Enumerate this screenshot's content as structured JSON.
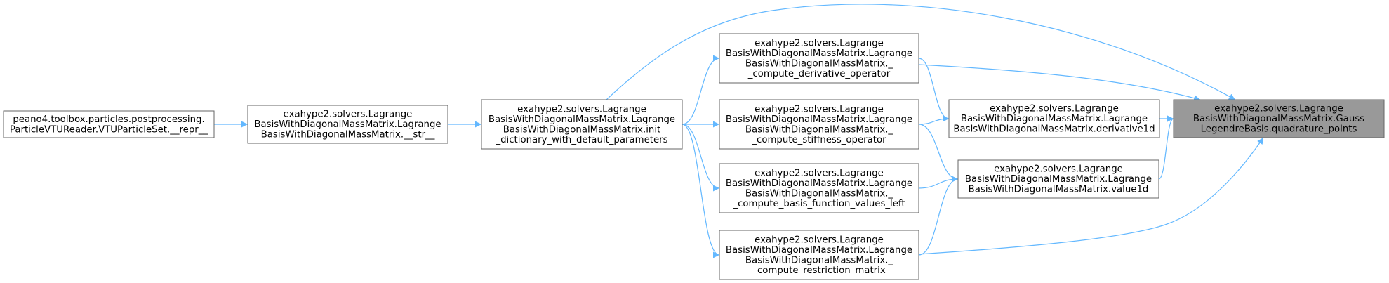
{
  "colors": {
    "edge": "#63b8ff",
    "node_border": "#666666",
    "focus_fill": "#999999",
    "node_fill": "#ffffff"
  },
  "nodes": [
    {
      "id": "quadrature_points",
      "focus": true,
      "lines": [
        "exahype2.solvers.Lagrange",
        "BasisWithDiagonalMassMatrix.Gauss",
        "LegendreBasis.quadrature_points"
      ]
    },
    {
      "id": "derivative1d",
      "lines": [
        "exahype2.solvers.Lagrange",
        "BasisWithDiagonalMassMatrix.Lagrange",
        "BasisWithDiagonalMassMatrix.derivative1d"
      ]
    },
    {
      "id": "value1d",
      "lines": [
        "exahype2.solvers.Lagrange",
        "BasisWithDiagonalMassMatrix.Lagrange",
        "BasisWithDiagonalMassMatrix.value1d"
      ]
    },
    {
      "id": "compute_derivative_operator",
      "lines": [
        "exahype2.solvers.Lagrange",
        "BasisWithDiagonalMassMatrix.Lagrange",
        "BasisWithDiagonalMassMatrix._",
        "_compute_derivative_operator"
      ]
    },
    {
      "id": "compute_stiffness_operator",
      "lines": [
        "exahype2.solvers.Lagrange",
        "BasisWithDiagonalMassMatrix.Lagrange",
        "BasisWithDiagonalMassMatrix._",
        "_compute_stiffness_operator"
      ]
    },
    {
      "id": "compute_basis_function_values_left",
      "lines": [
        "exahype2.solvers.Lagrange",
        "BasisWithDiagonalMassMatrix.Lagrange",
        "BasisWithDiagonalMassMatrix._",
        "_compute_basis_function_values_left"
      ]
    },
    {
      "id": "compute_restriction_matrix",
      "lines": [
        "exahype2.solvers.Lagrange",
        "BasisWithDiagonalMassMatrix.Lagrange",
        "BasisWithDiagonalMassMatrix._",
        "_compute_restriction_matrix"
      ]
    },
    {
      "id": "init_dictionary",
      "lines": [
        "exahype2.solvers.Lagrange",
        "BasisWithDiagonalMassMatrix.Lagrange",
        "BasisWithDiagonalMassMatrix.init",
        "_dictionary_with_default_parameters"
      ]
    },
    {
      "id": "str",
      "lines": [
        "exahype2.solvers.Lagrange",
        "BasisWithDiagonalMassMatrix.Lagrange",
        "BasisWithDiagonalMassMatrix.__str__"
      ]
    },
    {
      "id": "repr",
      "lines": [
        "peano4.toolbox.particles.postprocessing.",
        "ParticleVTUReader.VTUParticleSet.__repr__"
      ]
    }
  ],
  "edges": [
    {
      "from": "derivative1d",
      "to": "quadrature_points"
    },
    {
      "from": "value1d",
      "to": "quadrature_points"
    },
    {
      "from": "compute_derivative_operator",
      "to": "quadrature_points"
    },
    {
      "from": "compute_restriction_matrix",
      "to": "quadrature_points"
    },
    {
      "from": "init_dictionary",
      "to": "quadrature_points"
    },
    {
      "from": "compute_derivative_operator",
      "to": "derivative1d"
    },
    {
      "from": "compute_stiffness_operator",
      "to": "derivative1d"
    },
    {
      "from": "compute_stiffness_operator",
      "to": "value1d"
    },
    {
      "from": "compute_basis_function_values_left",
      "to": "value1d"
    },
    {
      "from": "compute_restriction_matrix",
      "to": "value1d"
    },
    {
      "from": "init_dictionary",
      "to": "compute_derivative_operator"
    },
    {
      "from": "init_dictionary",
      "to": "compute_stiffness_operator"
    },
    {
      "from": "init_dictionary",
      "to": "compute_basis_function_values_left"
    },
    {
      "from": "init_dictionary",
      "to": "compute_restriction_matrix"
    },
    {
      "from": "str",
      "to": "init_dictionary"
    },
    {
      "from": "repr",
      "to": "str"
    }
  ]
}
